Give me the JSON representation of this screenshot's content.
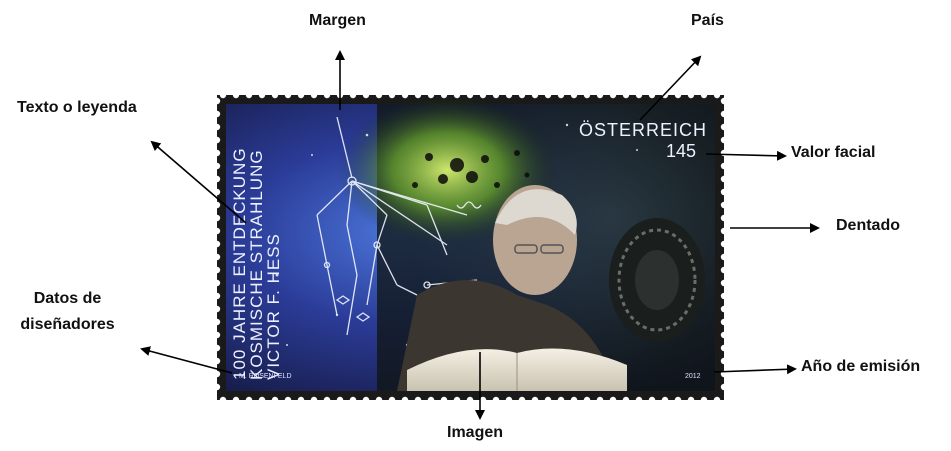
{
  "labels": {
    "margen": "Margen",
    "pais": "País",
    "texto_leyenda": "Texto o leyenda",
    "valor_facial": "Valor facial",
    "dentado": "Dentado",
    "datos_disenadores": "Datos de\ndiseñadores",
    "anio_emision": "Año de emisión",
    "imagen": "Imagen"
  },
  "stamp": {
    "country": "ÖSTERREICH",
    "value": "145",
    "legend_line1": "100 JAHRE ENTDECKUNG",
    "legend_line2": "KOSMISCHE STRAHLUNG",
    "legend_line3": "VICTOR F. HESS",
    "designer": "M. ROSENFELD",
    "year": "2012"
  },
  "colors": {
    "arrow": "#000000",
    "space_deep": "#1b1f5a",
    "space_glow": "#3a5fc8",
    "nebula_green": "#8fd13a",
    "perforation_border": "#1a1a1a"
  }
}
